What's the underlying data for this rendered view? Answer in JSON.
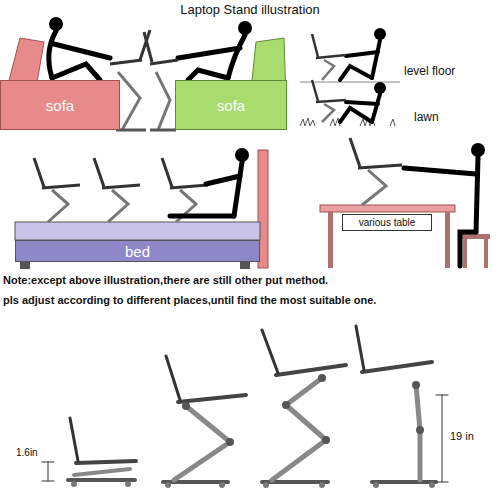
{
  "diagram": {
    "title": "Laptop Stand illustration",
    "nodes": [
      {
        "text": [
          "sofa"
        ]
      },
      {
        "text": [
          "sofa"
        ]
      },
      {
        "text": [
          "bed"
        ]
      },
      {
        "text": [
          "various table"
        ]
      }
    ],
    "labels": [
      "level floor",
      "lawn",
      "Note:except above illustration,there are still other put method.",
      "pls adjust according to different places,until find the most suitable one.",
      "1.6in",
      "19 in"
    ]
  }
}
